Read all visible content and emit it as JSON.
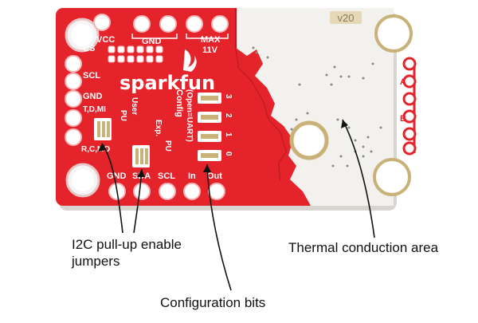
{
  "board": {
    "brand": "sparkfun",
    "revision": "v20",
    "silkscreen": {
      "vcc": "VCC",
      "gnd_top": "GND",
      "max": "MAX",
      "max_voltage": "11V",
      "cs": "CS",
      "scl_left": "SCL",
      "gnd_left": "GND",
      "tdmi": "T,D,MI",
      "rcmo": "R,C,MO",
      "gnd_bottom": "GND",
      "sda": "SDA",
      "scl_bottom": "SCL",
      "in": "In",
      "out": "Out",
      "user": "User",
      "pu": "PU",
      "exp": "Exp.",
      "pu2": "PU",
      "config": "Config",
      "open_uart": "(Open=UART)",
      "bit3": "3",
      "bit2": "2",
      "bit1": "1",
      "bit0": "0",
      "pin_a": "A",
      "pin_b": "B"
    }
  },
  "callouts": {
    "i2c_pullup": "I2C pull-up enable\njumpers",
    "thermal": "Thermal conduction area",
    "config_bits": "Configuration bits"
  },
  "colors": {
    "pcb_red": "#e5232a",
    "pcb_dark_red": "#c4171d",
    "thermal_white": "#f2f1ee",
    "silkscreen": "#ffffff",
    "pad_gold": "#c9b27a",
    "text": "#111111"
  }
}
